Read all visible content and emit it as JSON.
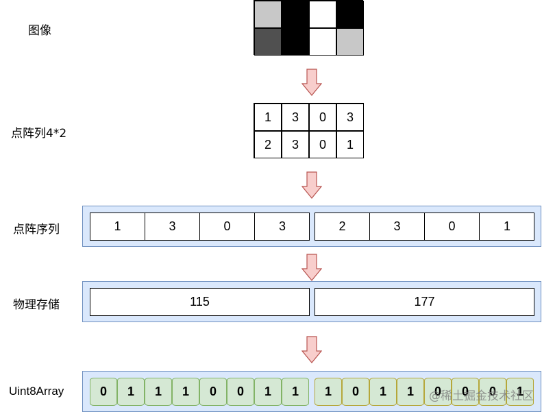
{
  "labels": {
    "image": "图像",
    "matrix": "点阵列4*2",
    "sequence": "点阵序列",
    "storage": "物理存储",
    "array": "Uint8Array"
  },
  "pixels": [
    [
      "#c8c8c8",
      "#000000",
      "#ffffff",
      "#000000"
    ],
    [
      "#505050",
      "#000000",
      "#ffffff",
      "#c8c8c8"
    ]
  ],
  "matrix": {
    "row1": [
      "1",
      "3",
      "0",
      "3"
    ],
    "row2": [
      "2",
      "3",
      "0",
      "1"
    ]
  },
  "sequence": {
    "group1": [
      "1",
      "3",
      "0",
      "3"
    ],
    "group2": [
      "2",
      "3",
      "0",
      "1"
    ]
  },
  "storage": {
    "byte1": "115",
    "byte2": "177"
  },
  "bits": {
    "byte1": [
      "0",
      "1",
      "1",
      "1",
      "0",
      "0",
      "1",
      "1"
    ],
    "byte2": [
      "1",
      "0",
      "1",
      "1",
      "0",
      "0",
      "0",
      "1"
    ]
  },
  "watermark": "@稀土掘金技术社区",
  "colors": {
    "panel_fill": "#dae8fc",
    "panel_border": "#6c8ebf",
    "bit_fill": "#d5e8d4",
    "bit_border": "#82b366",
    "arrow_fill": "#f8cecc",
    "arrow_border": "#b85450"
  }
}
